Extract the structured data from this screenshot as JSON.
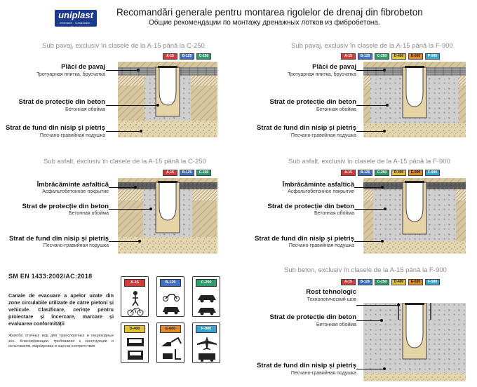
{
  "brand": {
    "name": "uniplast",
    "tagline": "Ventilatie · Canalizare · Drenaj"
  },
  "title_ro": "Recomandări generale pentru montarea rigolelor de drenaj din fibrobeton",
  "title_ru": "Общие рекомендации по монтажу дренажных лотков из фибробетона.",
  "colors": {
    "A15": "#d33b3b",
    "B125": "#3f6fc7",
    "C250": "#2e9c6a",
    "D400": "#e2c238",
    "E600": "#e08a2a",
    "F900": "#3aa3c9"
  },
  "sections": {
    "tl": {
      "heading": "Sub pavaj, exclusiv în clasele de la A-15 până la C-250",
      "badges": [
        "A-15",
        "B-125",
        "C-250"
      ],
      "layers": [
        {
          "ro": "Plăci de pavaj",
          "ru": "Тротуарная плитка, брусчатка"
        },
        {
          "ro": "Strat de protecție din beton",
          "ru": "Бетонная обойма"
        },
        {
          "ro": "Strat de fund din nisip și pietriș",
          "ru": "Песчано-гравийная подушка"
        }
      ]
    },
    "tr": {
      "heading": "Sub pavaj, exclusiv în clasele de la A-15 până la F-900",
      "badges": [
        "A-15",
        "B-125",
        "C-250",
        "D-400",
        "E-600",
        "F-900"
      ],
      "layers": [
        {
          "ro": "Plăci de pavaj",
          "ru": "Тротуарная плитка, брусчатка"
        },
        {
          "ro": "Strat de protecție din beton",
          "ru": "Бетонная обойма"
        },
        {
          "ro": "Strat de fund din nisip și pietriș",
          "ru": "Песчано-гравийная подушка"
        }
      ]
    },
    "ml": {
      "heading": "Sub asfalt, exclusiv în clasele de la A-15 până la C-250",
      "badges": [
        "A-15",
        "B-125",
        "C-250"
      ],
      "layers": [
        {
          "ro": "Îmbrăcăminte asfaltică",
          "ru": "Асфальтобетонное покрытие"
        },
        {
          "ro": "Strat de protecție din beton",
          "ru": "Бетонная обойма"
        },
        {
          "ro": "Strat de fund din nisip și pietriș",
          "ru": "Песчано-гравийная подушка"
        }
      ]
    },
    "mr": {
      "heading": "Sub asfalt, exclusiv în clasele de la A-15 până la F-900",
      "badges": [
        "A-15",
        "B-125",
        "C-250",
        "D-400",
        "E-600",
        "F-900"
      ],
      "layers": [
        {
          "ro": "Îmbrăcăminte asfaltică",
          "ru": "Асфальтобетонное покрытие"
        },
        {
          "ro": "Strat de protecție din beton",
          "ru": "Бетонная обойма"
        },
        {
          "ro": "Strat de fund din nisip și pietriș",
          "ru": "Песчано-гравийная подушка"
        }
      ]
    },
    "br": {
      "heading": "Sub beton, exclusiv în clasele de la A-15 până la F-900",
      "badges": [
        "A-15",
        "B-125",
        "C-250",
        "D-400",
        "E-600",
        "F-900"
      ],
      "layers": [
        {
          "ro": "Rost tehnologic",
          "ru": "Технологический шов"
        },
        {
          "ro": "Strat de protecție din beton",
          "ru": "Бетонная обойма"
        },
        {
          "ro": "Strat de fund din nisip și pietriș",
          "ru": "Песчано-гравийная подушка"
        }
      ]
    }
  },
  "standard": {
    "code": "SM EN 1433:2002/AC:2018",
    "ro": "Canale de evacuare a apelor uzate din zone circulabile utilizate de către pietoni și vehicule. Clasificare, cerințe pentru proiectare și încercare, marcare și evaluarea conformității",
    "ru": "Желоба сточных вод для транспортных и пешеходных зон. Классификация, требования к конструкции и испытаниям, маркировка и оценка соответствия"
  },
  "classes": [
    {
      "label": "A-15",
      "use": "pedestrians, bicycles",
      "icon": "pedestrian-bicycle-icon"
    },
    {
      "label": "B-125",
      "use": "motorcycles, cars",
      "icon": "motorcycle-car-icon"
    },
    {
      "label": "C-250",
      "use": "cars",
      "icon": "car-icon"
    },
    {
      "label": "D-400",
      "use": "trucks, buses",
      "icon": "truck-bus-icon"
    },
    {
      "label": "E-600",
      "use": "loaders, forklifts",
      "icon": "excavator-forklift-icon"
    },
    {
      "label": "F-900",
      "use": "aircraft, heavy loaders",
      "icon": "airplane-loader-icon"
    }
  ]
}
